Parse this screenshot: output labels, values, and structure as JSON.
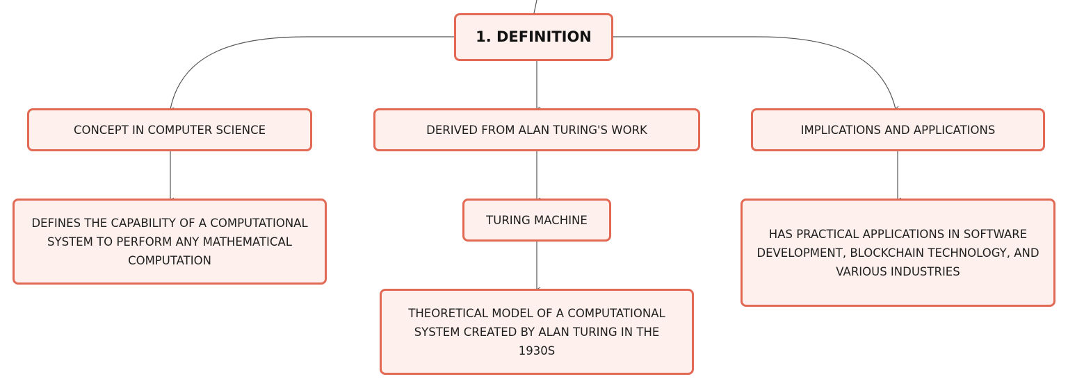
{
  "diagram": {
    "root": {
      "label": "1. DEFINITION"
    },
    "branches": [
      {
        "label": "CONCEPT IN COMPUTER SCIENCE",
        "children": [
          {
            "label": "DEFINES THE CAPABILITY OF A COMPUTATIONAL SYSTEM TO PERFORM ANY MATHEMATICAL COMPUTATION"
          }
        ]
      },
      {
        "label": "DERIVED FROM ALAN TURING'S WORK",
        "children": [
          {
            "label": "TURING MACHINE",
            "children": [
              {
                "label": "THEORETICAL MODEL OF A COMPUTATIONAL SYSTEM CREATED BY ALAN TURING IN THE 1930S"
              }
            ]
          }
        ]
      },
      {
        "label": "IMPLICATIONS AND APPLICATIONS",
        "children": [
          {
            "label": "HAS PRACTICAL APPLICATIONS IN SOFTWARE DEVELOPMENT, BLOCKCHAIN TECHNOLOGY, AND VARIOUS INDUSTRIES"
          }
        ]
      }
    ]
  },
  "colors": {
    "node_fill": "#fef0ec",
    "node_border": "#e26a55",
    "connector": "#555555",
    "text": "#1f1f1f"
  }
}
